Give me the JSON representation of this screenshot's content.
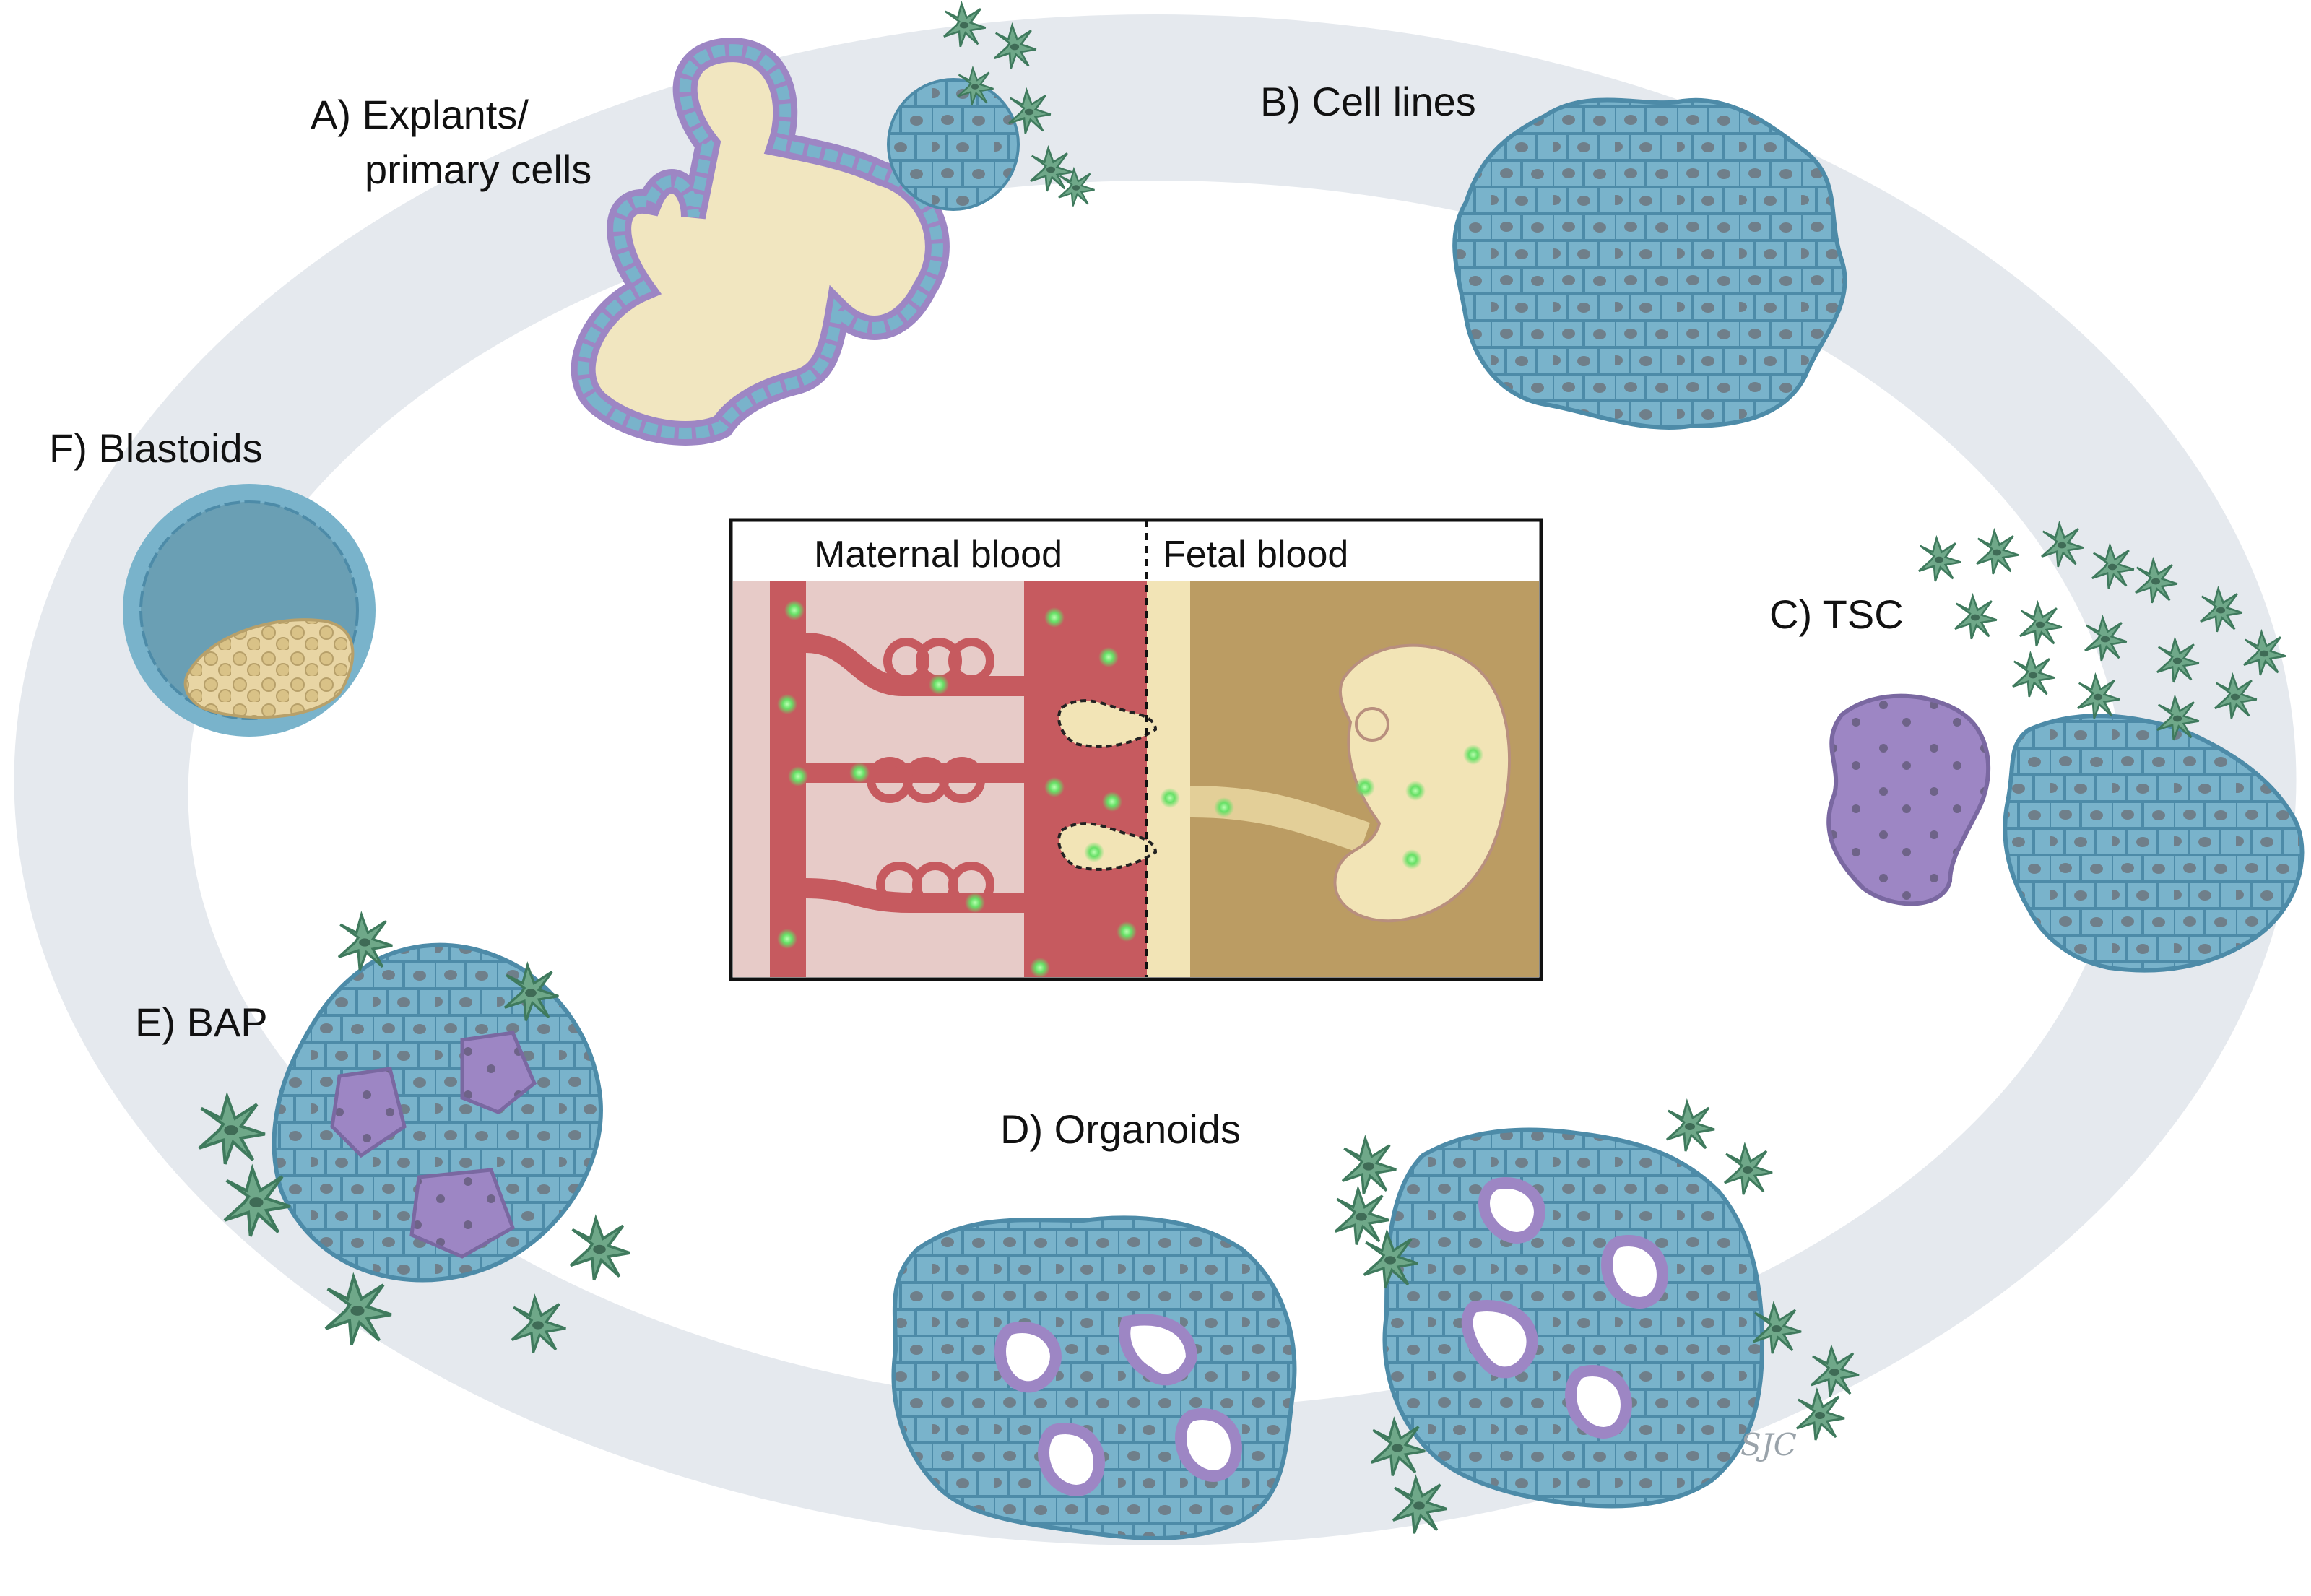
{
  "labels": {
    "a_line1": "A) Explants/",
    "a_line2": "primary cells",
    "b": "B) Cell lines",
    "c": "C) TSC",
    "d": "D) Organoids",
    "e": "E) BAP",
    "f": "F) Blastoids"
  },
  "center_panel": {
    "maternal": "Maternal blood",
    "fetal": "Fetal blood"
  },
  "colors": {
    "ring": "#e5e9ee",
    "cell_blue": "#79b3cb",
    "cell_dark": "#4d8ba8",
    "nucleus": "#6f7f8a",
    "purple": "#9d86c4",
    "green_cell": "#6fa889",
    "cream": "#f1e6c0",
    "maternal_bg": "#e7cbc8",
    "maternal_vessel": "#c65a5f",
    "fetal_bg": "#bb9c63",
    "embryo": "#f2e4b6",
    "glow": "#66e066"
  },
  "signature": "SJC"
}
